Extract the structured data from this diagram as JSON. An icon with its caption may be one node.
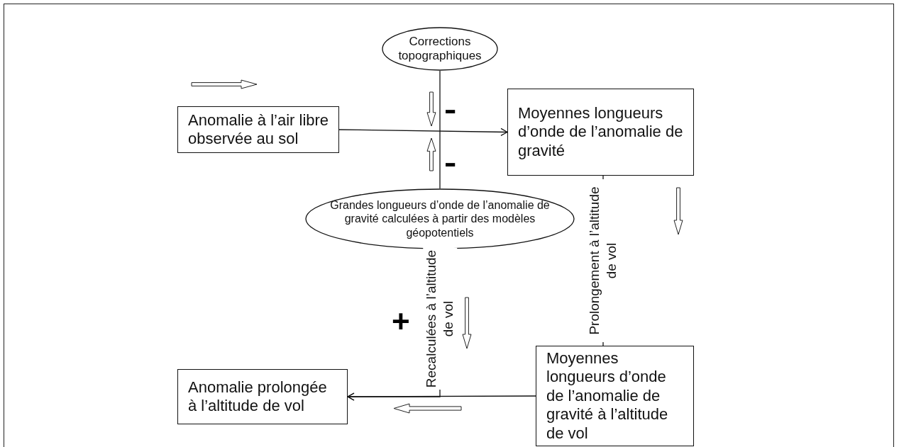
{
  "diagram": {
    "nodes": [
      {
        "text": [
          "Corrections topographiques"
        ]
      },
      {
        "text": [
          "Anomalie à l’air libre observée au sol"
        ]
      },
      {
        "text": [
          "Moyennes longueurs d’onde de l’anomalie de gravité"
        ]
      },
      {
        "text": [
          "Grandes longueurs d’onde de l’anomalie de gravité calculées à partir des modèles géopotentiels"
        ]
      },
      {
        "text": [
          "Anomalie prolongée à l’altitude de vol"
        ]
      },
      {
        "text": [
          "Moyennes longueurs d’onde de l’anomalie de gravité à l’altitude de vol"
        ]
      }
    ],
    "edges": [
      {
        "from": 1,
        "to": 2,
        "arrow": "to"
      },
      {
        "from": 0,
        "to": 3,
        "arrow": "none"
      },
      {
        "from": 2,
        "to": 5,
        "arrow": "none",
        "label": "Prolongement à l’altitude de vol"
      },
      {
        "from": 3,
        "to": 4,
        "arrow": "to",
        "label": "Recalculées à l’altitude de vol"
      },
      {
        "from": 5,
        "to": 4,
        "arrow": "to"
      }
    ],
    "labels": [
      "-",
      "-",
      "+"
    ]
  }
}
